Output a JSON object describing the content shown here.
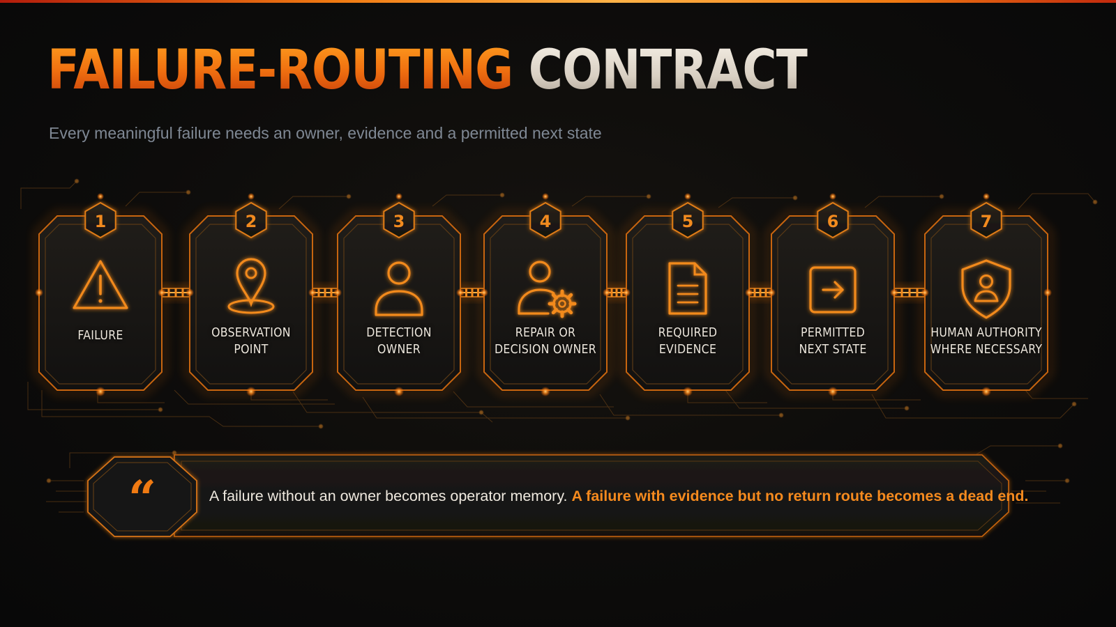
{
  "title": {
    "accent": "FAILURE-ROUTING",
    "main": "CONTRACT"
  },
  "subtitle": "Every meaningful failure needs an owner, evidence and a permitted next state",
  "colors": {
    "accent": "#f58a1e",
    "card_fill": "#1a1815",
    "text": "#ece6dc",
    "subtitle": "#7f8894"
  },
  "steps": [
    {
      "number": "1",
      "label": "FAILURE",
      "icon": "warning-icon"
    },
    {
      "number": "2",
      "label": "OBSERVATION\nPOINT",
      "icon": "location-pin-icon"
    },
    {
      "number": "3",
      "label": "DETECTION\nOWNER",
      "icon": "user-icon"
    },
    {
      "number": "4",
      "label": "REPAIR OR\nDECISION OWNER",
      "icon": "user-gear-icon"
    },
    {
      "number": "5",
      "label": "REQUIRED\nEVIDENCE",
      "icon": "document-icon"
    },
    {
      "number": "6",
      "label": "PERMITTED\nNEXT STATE",
      "icon": "arrow-right-box-icon"
    },
    {
      "number": "7",
      "label": "HUMAN AUTHORITY\nWHERE NECESSARY",
      "icon": "shield-user-icon"
    }
  ],
  "quote": {
    "icon": "quote-icon",
    "glyph": "“",
    "plain": "A failure without an owner becomes operator memory.",
    "highlight": "A failure with evidence but no return route becomes a dead end."
  }
}
